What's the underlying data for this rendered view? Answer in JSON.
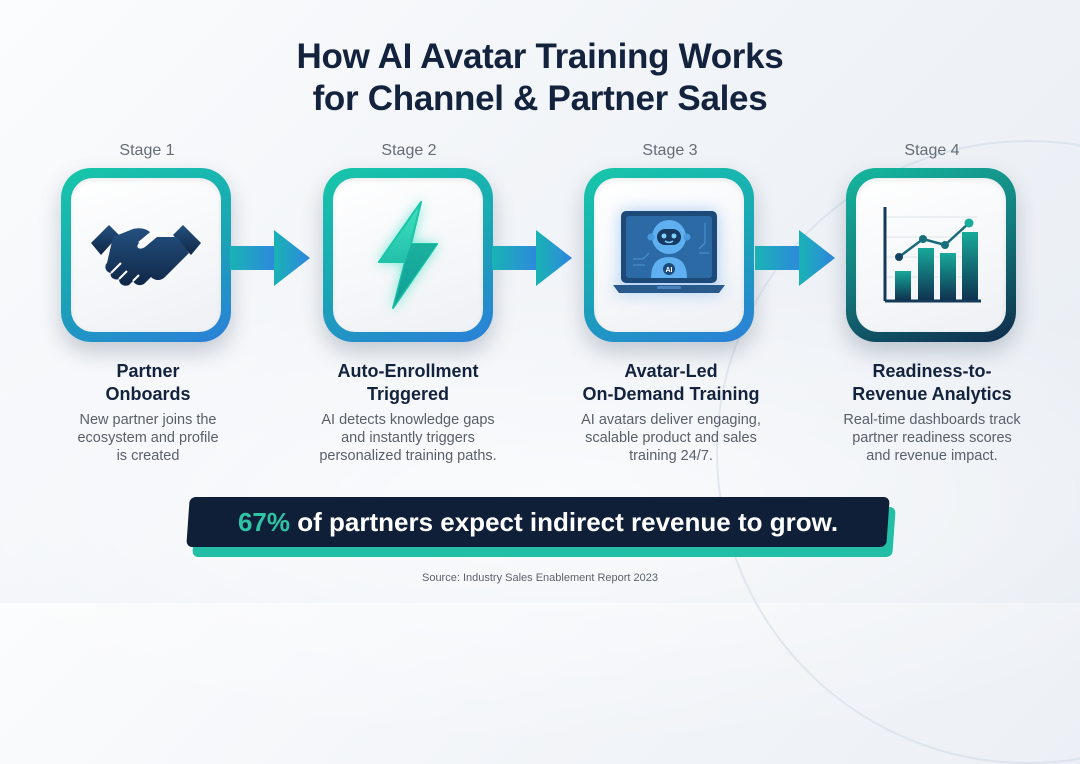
{
  "title": {
    "line1": "How AI Avatar Training Works",
    "line2": "for Channel & Partner Sales"
  },
  "stages": [
    {
      "label": "Stage 1",
      "icon": "handshake-icon",
      "title_line1": "Partner",
      "title_line2": "Onboards",
      "desc_line1": "New partner joins the",
      "desc_line2": "ecosystem and profile",
      "desc_line3": "is created"
    },
    {
      "label": "Stage 2",
      "icon": "lightning-bolt-icon",
      "title_line1": "Auto-Enrollment",
      "title_line2": "Triggered",
      "desc_line1": "AI detects knowledge gaps",
      "desc_line2": "and instantly triggers",
      "desc_line3": "personalized training paths."
    },
    {
      "label": "Stage 3",
      "icon": "ai-robot-laptop-icon",
      "icon_badge": "AI",
      "title_line1": "Avatar-Led",
      "title_line2": "On-Demand Training",
      "desc_line1": "AI avatars deliver engaging,",
      "desc_line2": "scalable product and sales",
      "desc_line3": "training 24/7."
    },
    {
      "label": "Stage 4",
      "icon": "analytics-chart-icon",
      "title_line1": "Readiness-to-",
      "title_line2": "Revenue Analytics",
      "desc_line1": "Real-time dashboards track",
      "desc_line2": "partner readiness scores",
      "desc_line3": "and revenue impact."
    }
  ],
  "banner": {
    "highlight": "67%",
    "text": " of partners expect indirect revenue to grow."
  },
  "source": "Source: Industry Sales Enablement Report 2023",
  "colors": {
    "navy": "#13233d",
    "teal": "#17c7a9",
    "blue": "#2b7fd9",
    "banner_bg": "#0f1f38",
    "banner_highlight": "#2ec4a5"
  }
}
